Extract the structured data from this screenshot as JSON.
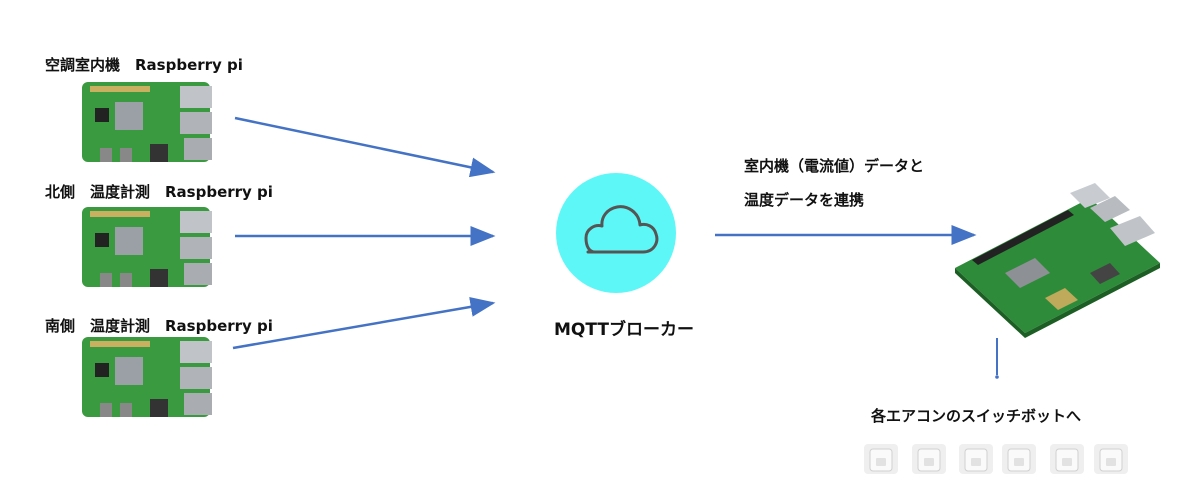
{
  "devices": [
    {
      "label": "空調室内機　Raspberry pi"
    },
    {
      "label": "北側　温度計測　Raspberry pi"
    },
    {
      "label": "南側　温度計測　Raspberry pi"
    }
  ],
  "broker": {
    "label": "MQTTブローカー",
    "icon": "cloud-icon",
    "color": "#5ef7f7"
  },
  "link_text": {
    "line1": "室内機（電流値）データと",
    "line2": "温度データを連携"
  },
  "target": {
    "label": "各エアコンのスイッチボットへ",
    "switchbot_count": 6
  },
  "colors": {
    "arrow": "#4472c4",
    "board_green": "#2e8b3a"
  }
}
